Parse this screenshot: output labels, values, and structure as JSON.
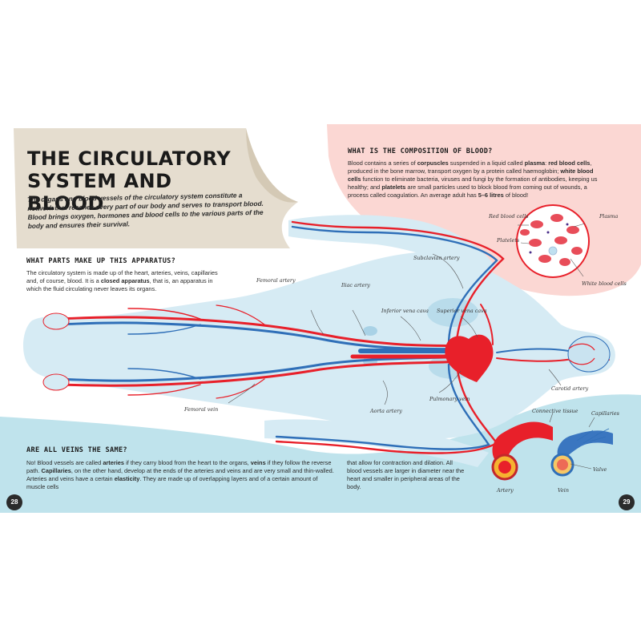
{
  "title": "THE CIRCULATORY SYSTEM AND BLOOD",
  "intro": "The organs and blood vessels of the circulatory system constitute a network that reaches every part of our body and serves to transport blood. Blood brings oxygen, hormones and blood cells to the various parts of the body and ensures their survival.",
  "apparatus": {
    "heading": "WHAT PARTS MAKE UP THIS APPARATUS?",
    "p1": "The circulatory system is made up of the heart, arteries, veins, capillaries and, of course, blood. It is a ",
    "p_bold": "closed apparatus",
    "p2": ", that is, an apparatus in which the fluid circulating never leaves its organs."
  },
  "composition": {
    "heading": "WHAT IS THE COMPOSITION OF BLOOD?",
    "t1": "Blood contains a series of ",
    "b1": "corpuscles",
    "t2": " suspended in a liquid called ",
    "b2": "plasma",
    "t3": ": ",
    "b3": "red blood cells",
    "t4": ", produced in the bone marrow, transport oxygen by a protein called haemoglobin; ",
    "b4": "white blood cells",
    "t5": " function to eliminate bacteria, viruses and fungi by the formation of antibodies, keeping us healthy; and ",
    "b5": "platelets",
    "t6": " are small particles used to block blood from coming out of wounds, a process called coagulation. An average adult has ",
    "b6": "5–6 litres",
    "t7": " of blood!"
  },
  "blood_labels": {
    "red": "Red blood cells",
    "plasma": "Plasma",
    "platelets": "Platelets",
    "white": "White blood cells"
  },
  "body_labels": {
    "subclavian": "Subclavian artery",
    "femoral_artery": "Femoral artery",
    "iliac": "Iliac artery",
    "inferior_vena": "Inferior vena cava",
    "superior_vena": "Superior vena cava",
    "carotid": "Carotid artery",
    "pulmonary": "Pulmonary vein",
    "aorta": "Aorta artery",
    "femoral_vein": "Femoral vein"
  },
  "veins": {
    "heading": "ARE ALL VEINS THE SAME?",
    "c1a": "No! Blood vessels are called ",
    "c1b": "arteries",
    "c1c": " if they carry blood from the heart to the organs, ",
    "c1d": "veins",
    "c1e": " if they follow the reverse path. ",
    "c1f": "Capillaries",
    "c1g": ", on the other hand, develop at the ends of the arteries and veins and are very small and thin-walled. Arteries and veins have a certain ",
    "c1h": "elasticity",
    "c1i": ". They are made up of overlapping layers and of a certain amount of muscle cells",
    "c2": "that allow for contraction and dilation. All blood vessels are larger in diameter near the heart and smaller in peripheral areas of the body."
  },
  "vessel_labels": {
    "connective": "Connective tissue",
    "capillaries": "Capillaries",
    "valve": "Valve",
    "artery": "Artery",
    "vein": "Vein"
  },
  "pages": {
    "left": "28",
    "right": "29"
  },
  "colors": {
    "artery": "#e8202a",
    "vein": "#2f6fb8",
    "body": "#d6ebf4",
    "bottom_band": "#bfe3ec",
    "pink": "#fbd7d3",
    "paper": "#e5ddcf"
  }
}
